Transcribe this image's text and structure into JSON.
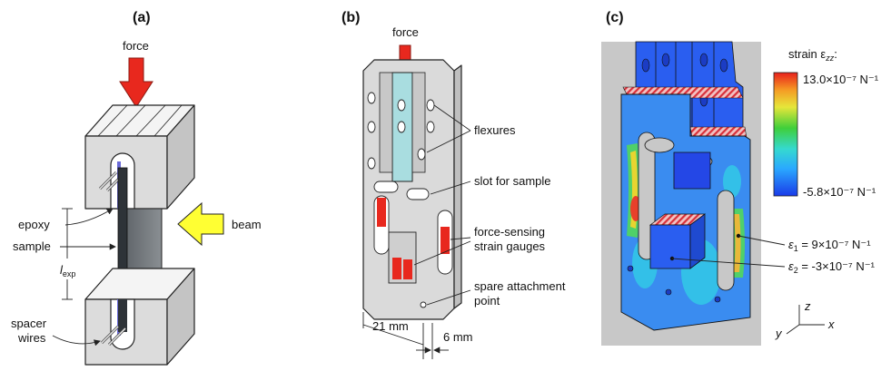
{
  "panels": {
    "a": {
      "tag": "(a)",
      "force": "force",
      "beam": "beam",
      "epoxy": "epoxy",
      "sample": "sample",
      "lexp_main": "l",
      "lexp_sub": "exp",
      "spacer_line1": "spacer",
      "spacer_line2": "wires"
    },
    "b": {
      "tag": "(b)",
      "force": "force",
      "flexures": "flexures",
      "slot": "slot for sample",
      "gauges_line1": "force-sensing",
      "gauges_line2": "strain gauges",
      "spare_line1": "spare attachment",
      "spare_line2": "point",
      "dim_width": "21 mm",
      "dim_depth": "6 mm"
    },
    "c": {
      "tag": "(c)",
      "cbar_title": "strain ε",
      "cbar_title_sub": "zz",
      "cbar_title_end": ":",
      "cbar_max": "13.0×10⁻⁷ N⁻¹",
      "cbar_min": "-5.8×10⁻⁷ N⁻¹",
      "eps1_sym": "ε",
      "eps1_sub": "1",
      "eps1_val": " = 9×10⁻⁷ N⁻¹",
      "eps2_sym": "ε",
      "eps2_sub": "2",
      "eps2_val": " = -3×10⁻⁷ N⁻¹",
      "axis_x": "x",
      "axis_y": "y",
      "axis_z": "z",
      "colors": {
        "force_arrow": "#e8281e",
        "beam_arrow": "#ffff33",
        "flexure": "#a9dde0",
        "gauge": "#e8281e",
        "sample_dark": "#2e3338",
        "strain_low": "#2244ee",
        "strain_high": "#e02020"
      }
    }
  }
}
